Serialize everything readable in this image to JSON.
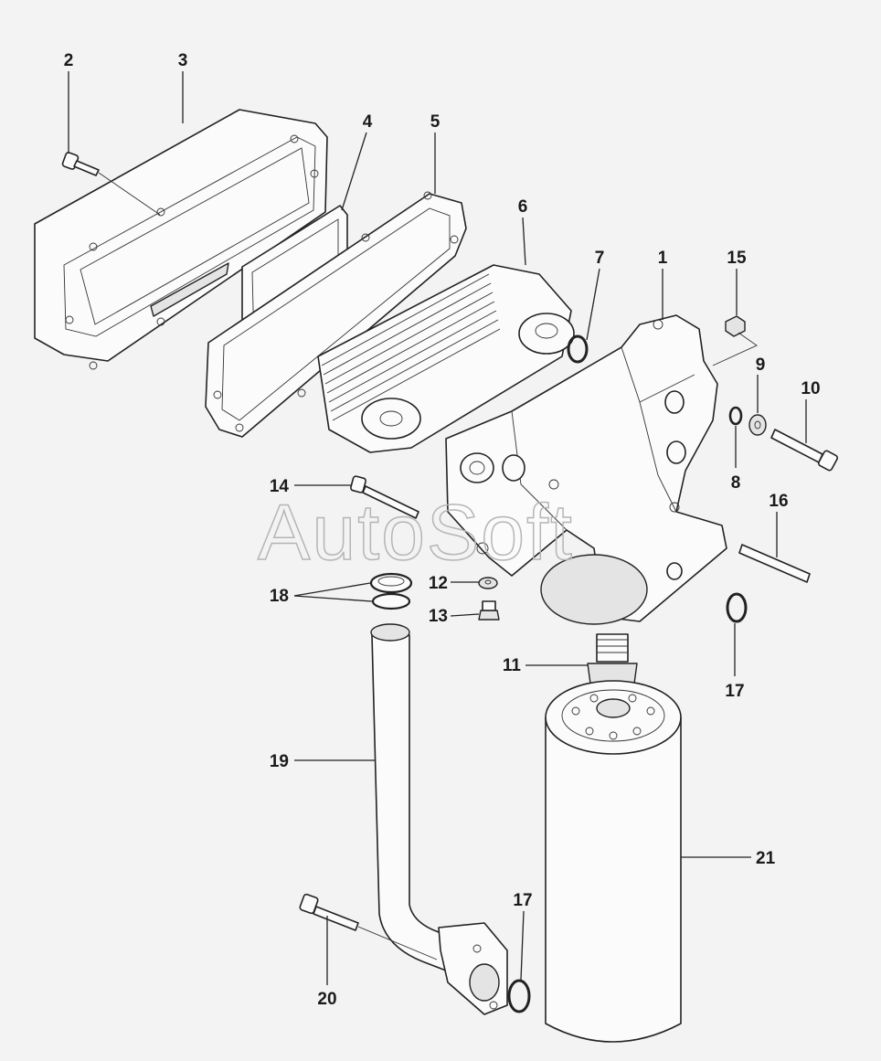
{
  "watermark": "AutoSoft",
  "callouts": {
    "c1": "1",
    "c2": "2",
    "c3": "3",
    "c4": "4",
    "c5": "5",
    "c6": "6",
    "c7": "7",
    "c8": "8",
    "c9": "9",
    "c10": "10",
    "c11": "11",
    "c12": "12",
    "c13": "13",
    "c14": "14",
    "c15": "15",
    "c16": "16",
    "c17a": "17",
    "c17b": "17",
    "c18": "18",
    "c19": "19",
    "c20": "20",
    "c21": "21"
  }
}
